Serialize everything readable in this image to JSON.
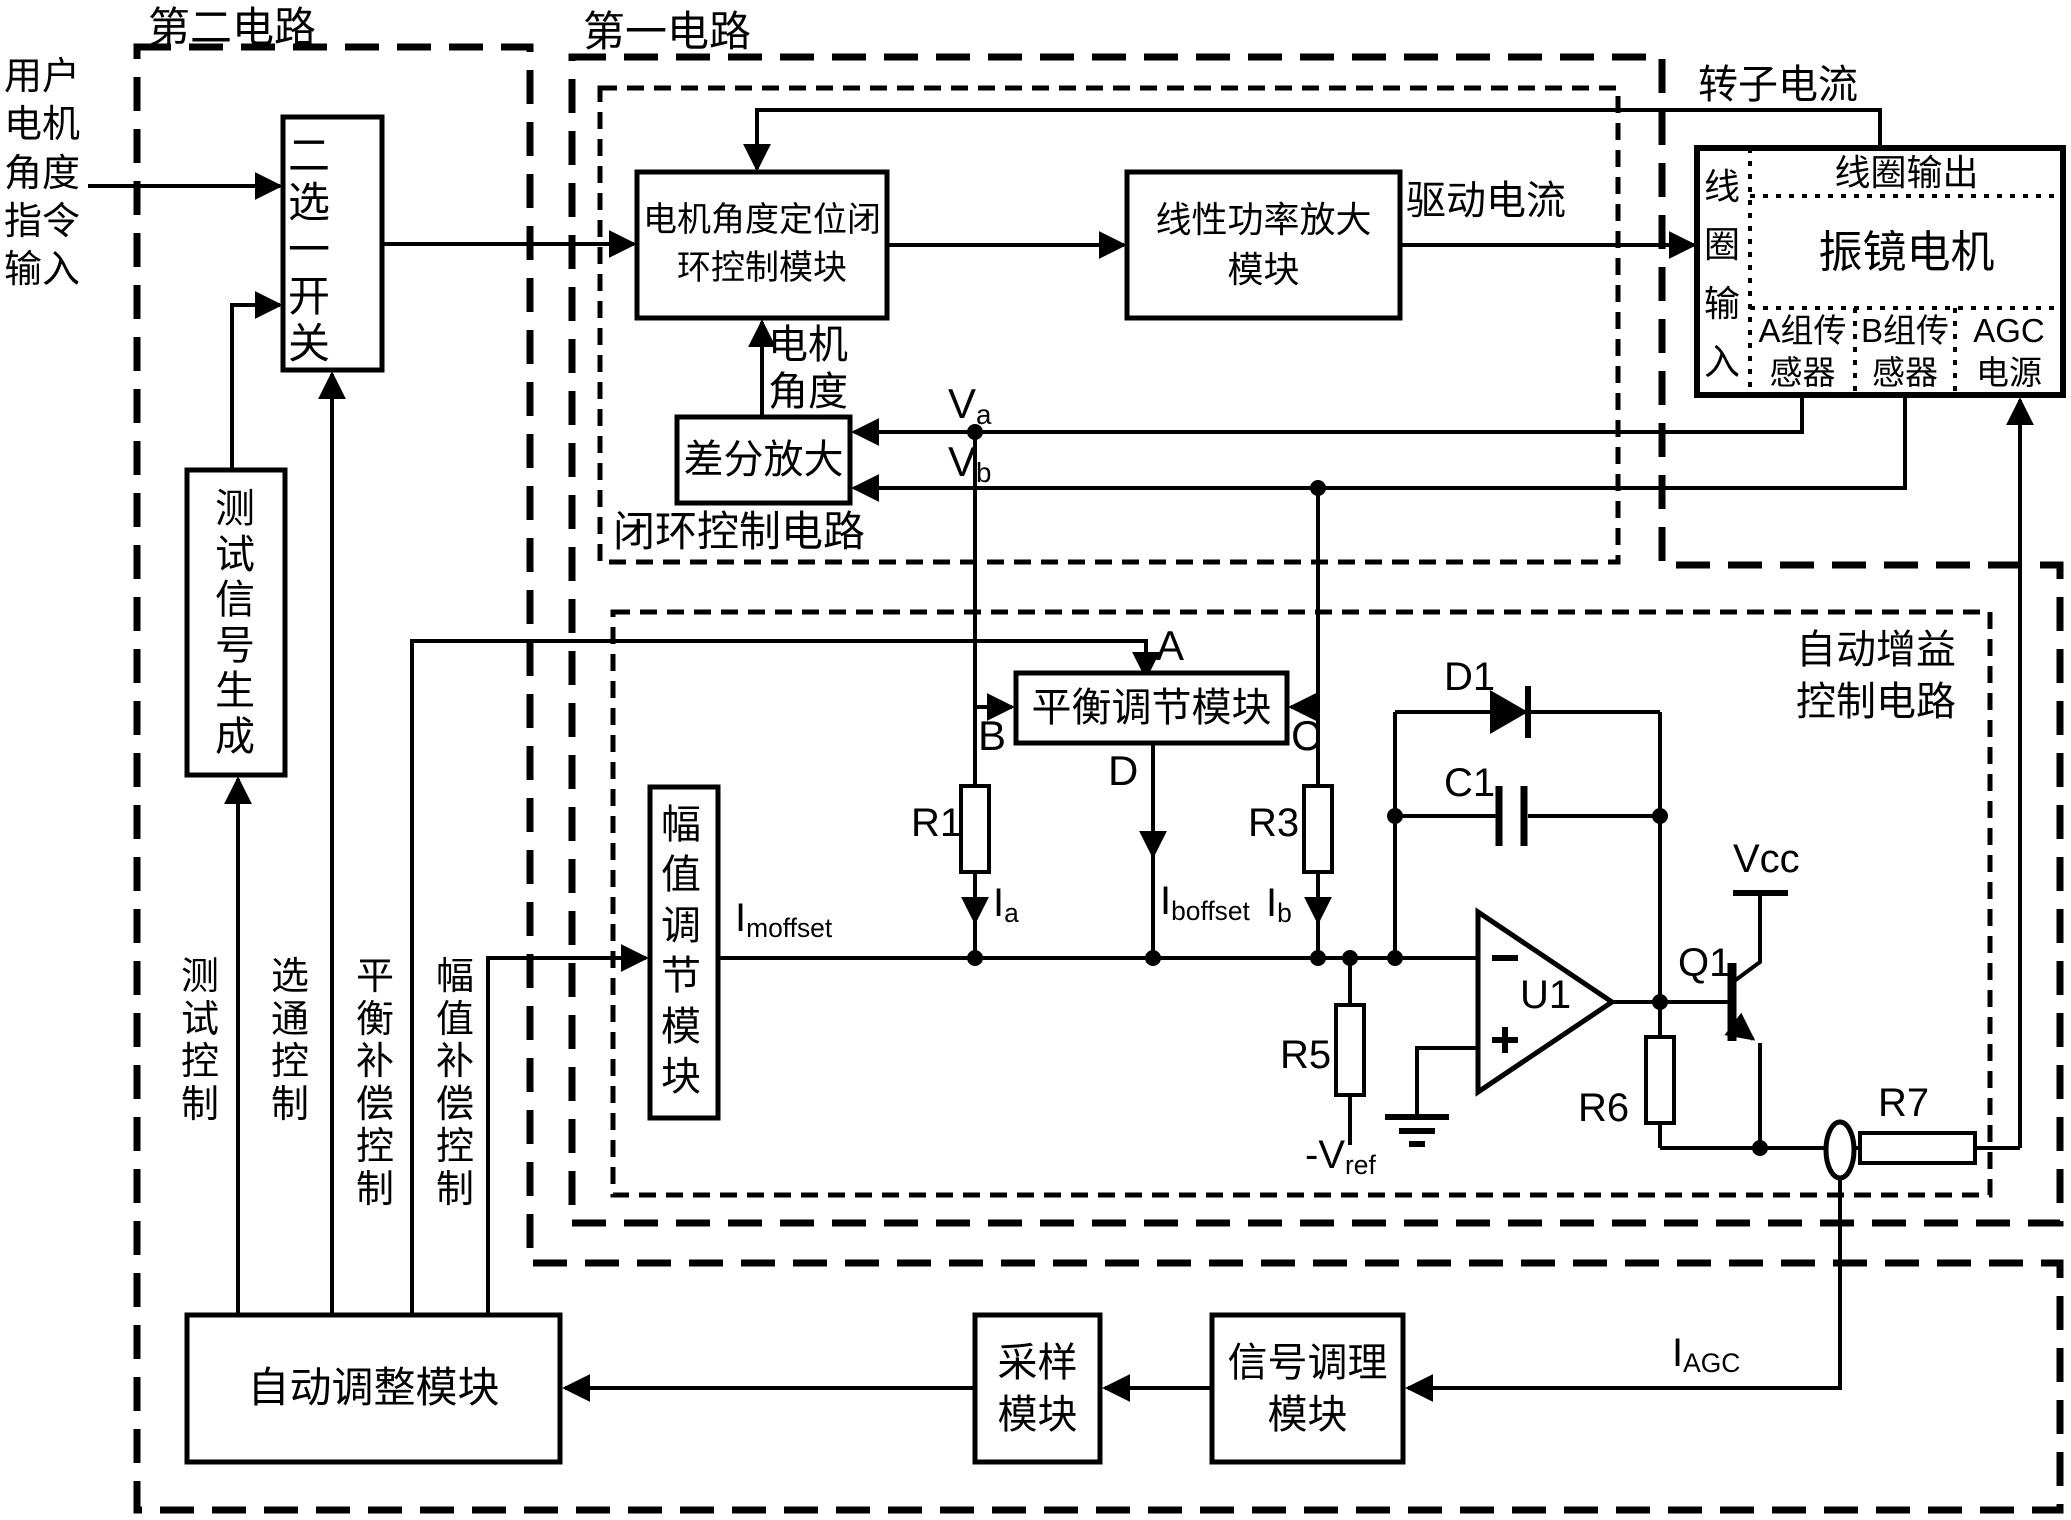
{
  "boundaries": {
    "second_circuit": "第二电路",
    "first_circuit": "第一电路",
    "closed_loop": "闭环控制电路",
    "agc": "自动增益\n控制电路"
  },
  "inputs": {
    "user_command": "用户\n电机\n角度\n指令\n输入"
  },
  "modules": {
    "switch": "二选一开关",
    "test_gen": "测试信号生成",
    "position_ctrl": "电机角度定位闭\n环控制模块",
    "power_amp": "线性功率放大\n模块",
    "diff_amp": "差分放大",
    "balance": "平衡调节模块",
    "amplitude": "幅值调节模块",
    "auto_adjust": "自动调整模块",
    "sampling": "采样\n模块",
    "signal_cond": "信号调理\n模块"
  },
  "motor": {
    "coil_in": "线圈输入",
    "coil_out": "线圈输出",
    "name": "振镜电机",
    "sensor_a": "A组传\n感器",
    "sensor_b": "B组传\n感器",
    "agc_power": "AGC\n电源"
  },
  "signals": {
    "drive_current": "驱动电流",
    "rotor_current": "转子电流",
    "motor_angle": "电机\n角度",
    "va_base": "V",
    "va_sub": "a",
    "vb_base": "V",
    "vb_sub": "b",
    "i_moffset_base": "I",
    "i_moffset_sub": "moffset",
    "i_a_base": "I",
    "i_a_sub": "a",
    "i_boffset_base": "I",
    "i_boffset_sub": "boffset",
    "i_b_base": "I",
    "i_b_sub": "b",
    "i_agc_base": "I",
    "i_agc_sub": "AGC"
  },
  "controls": {
    "test": "测试控制",
    "gate": "选通控制",
    "balance_comp": "平衡补偿控制",
    "amplitude_comp": "幅值补偿控制"
  },
  "nodes": {
    "a": "A",
    "b": "B",
    "c": "C",
    "d": "D"
  },
  "components": {
    "r1": "R1",
    "r3": "R3",
    "r5": "R5",
    "r6": "R6",
    "r7": "R7",
    "d1": "D1",
    "c1": "C1",
    "q1": "Q1",
    "u1": "U1",
    "vcc": "Vcc",
    "vref_base": "-V",
    "vref_sub": "ref"
  }
}
